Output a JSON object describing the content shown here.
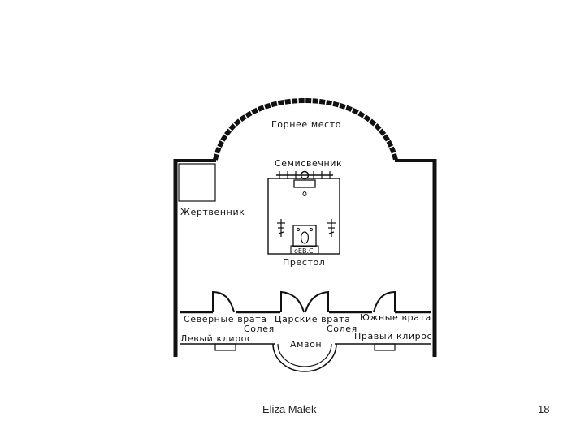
{
  "diagram": {
    "labels": {
      "gornee_mesto": "Горнее место",
      "semisvechnik": "Семисвечник",
      "zhertvennik": "Жертвенник",
      "antimension": "оЕВ.С",
      "prestol": "Престол",
      "severnye_vrata": "Северные врата",
      "tsarskie_vrata": "Царские врата",
      "yuzhnye_vrata": "Южные врата",
      "soleya_left": "Солея",
      "soleya_right": "Солея",
      "levyi_kliros": "Левый клирос",
      "pravyi_kliros": "Правый клирос",
      "amvon": "Амвон"
    }
  },
  "footer": {
    "author": "Eliza Małek",
    "page_number": "18"
  }
}
